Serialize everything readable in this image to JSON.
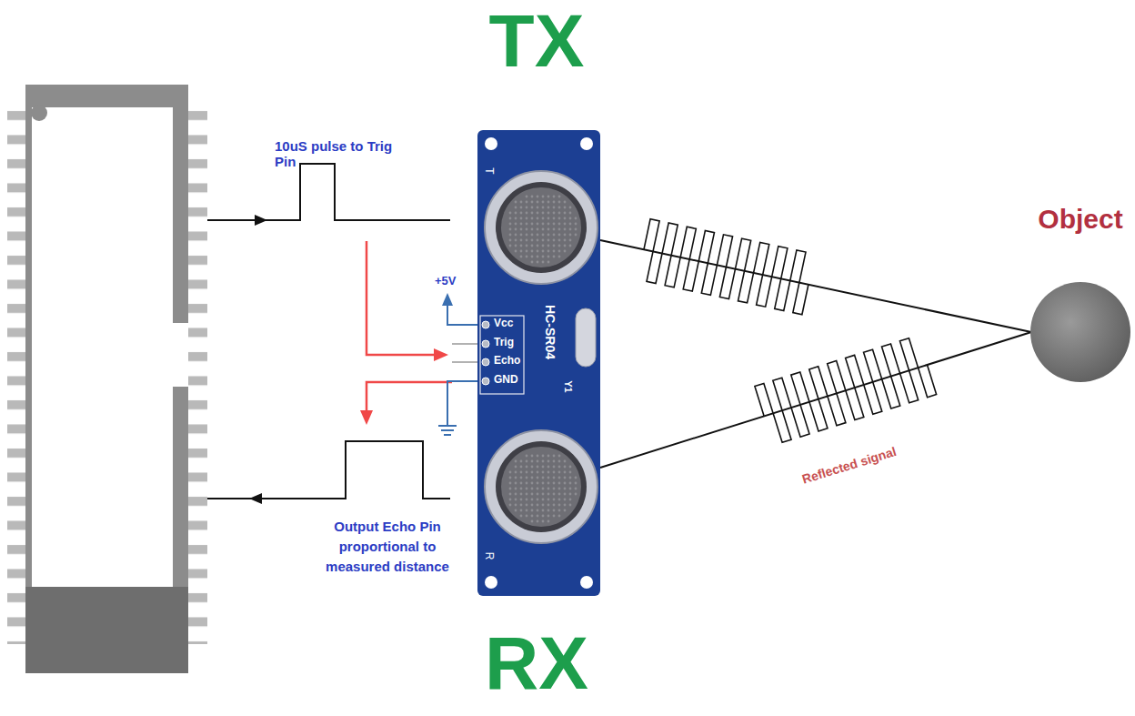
{
  "diagram": {
    "nodes": [
      {
        "text": [
          "T",
          "HC-SR04",
          "Y1",
          "Vcc",
          "Trig",
          "Echo",
          "GND",
          "R"
        ]
      },
      {
        "text": [
          "Object"
        ]
      }
    ],
    "edges": [
      {
        "from": 0,
        "to": 1,
        "arrow": "none"
      },
      {
        "from": 1,
        "to": 0,
        "arrow": "none",
        "label": "Reflected signal"
      }
    ],
    "labels": [
      "TX",
      "10uS pulse to Trig Pin",
      "+5V",
      "Output Echo Pin proportional to measured distance",
      "RX"
    ]
  }
}
